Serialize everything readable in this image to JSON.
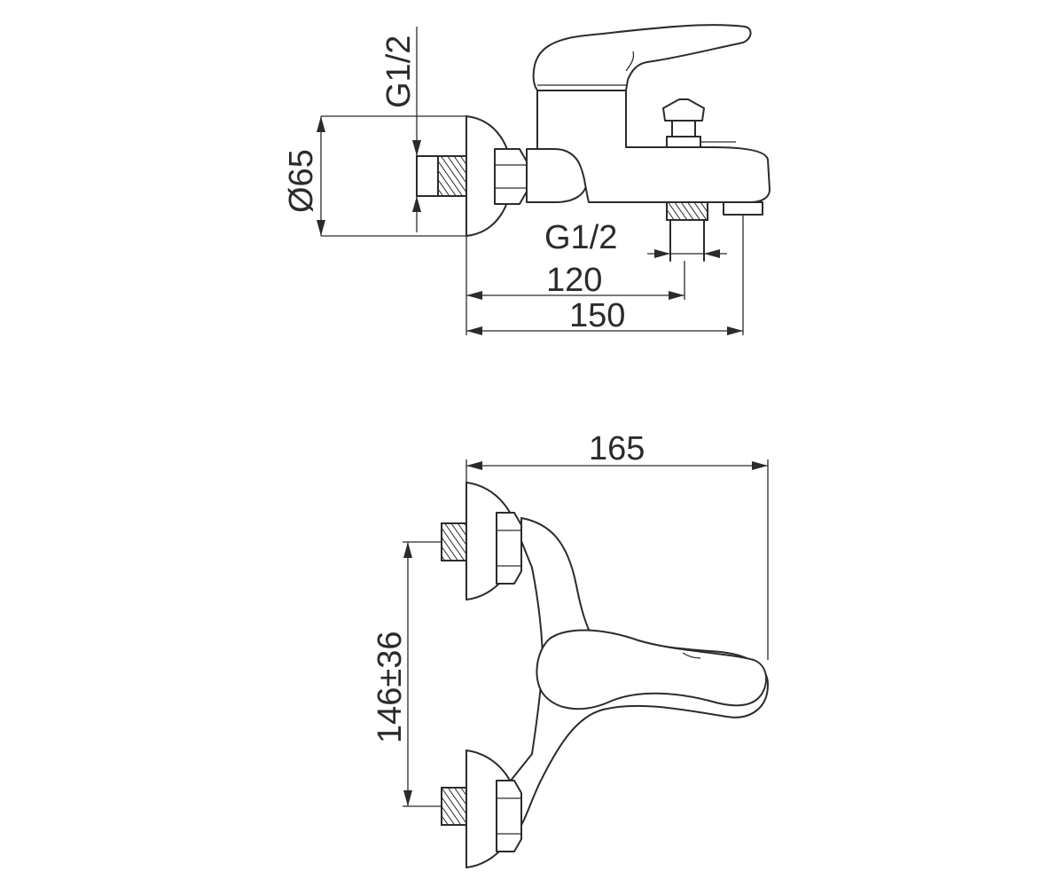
{
  "top_view": {
    "inlet_thread_label": "G1/2",
    "diameter_label": "Ø65",
    "outlet_thread_label": "G1/2",
    "distance_to_outlet_label": "120",
    "overall_length_label": "150"
  },
  "front_view": {
    "total_width_label": "165",
    "inlet_spacing_label": "146±36"
  }
}
